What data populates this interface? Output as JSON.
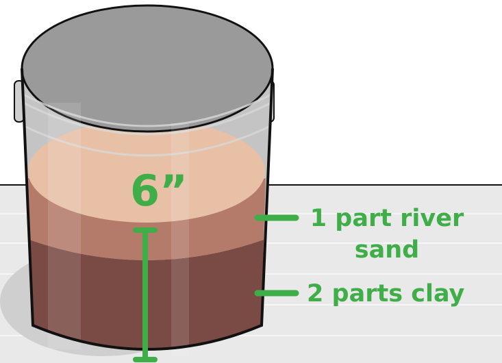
{
  "labels": {
    "measurement": "6”",
    "sand_line1": "1 part river",
    "sand_line2": "sand",
    "clay": "2 parts clay"
  },
  "colors": {
    "accent_green": "#3fae49",
    "sand_layer": "#e8c0a6",
    "clay_layer": "#7a4a44",
    "bucket_outline": "#111111",
    "bucket_grey": "#a8a8a8"
  }
}
